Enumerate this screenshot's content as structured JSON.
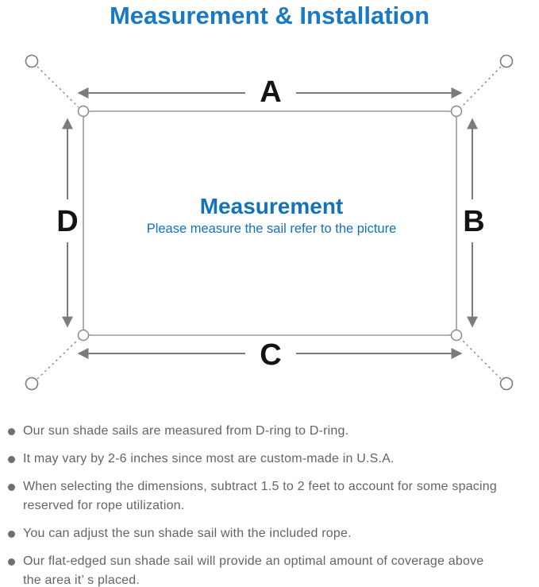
{
  "title": {
    "text": "Measurement & Installation",
    "color": "#1979c4"
  },
  "diagram": {
    "dimension_labels": {
      "top": "A",
      "right": "B",
      "bottom": "C",
      "left": "D"
    },
    "center_heading": "Measurement",
    "center_subheading": "Please measure the sail refer to the picture",
    "colors": {
      "heading_blue": "#1272ba",
      "sail_outline_gray": "#9b9b9b",
      "arrow_gray": "#7c7c7c",
      "label_black": "#141414"
    }
  },
  "bullets": {
    "items": [
      "Our sun shade sails are measured from D-ring to D-ring.",
      "It may vary by 2-6 inches since most are custom-made in U.S.A.",
      "When selecting the dimensions, subtract 1.5 to 2 feet to account for some spacing\nreserved for rope utilization.",
      "You can adjust the sun shade sail with the included rope.",
      "Our flat-edged sun shade sail will provide an optimal amount of coverage above\nthe area it’ s placed."
    ]
  }
}
